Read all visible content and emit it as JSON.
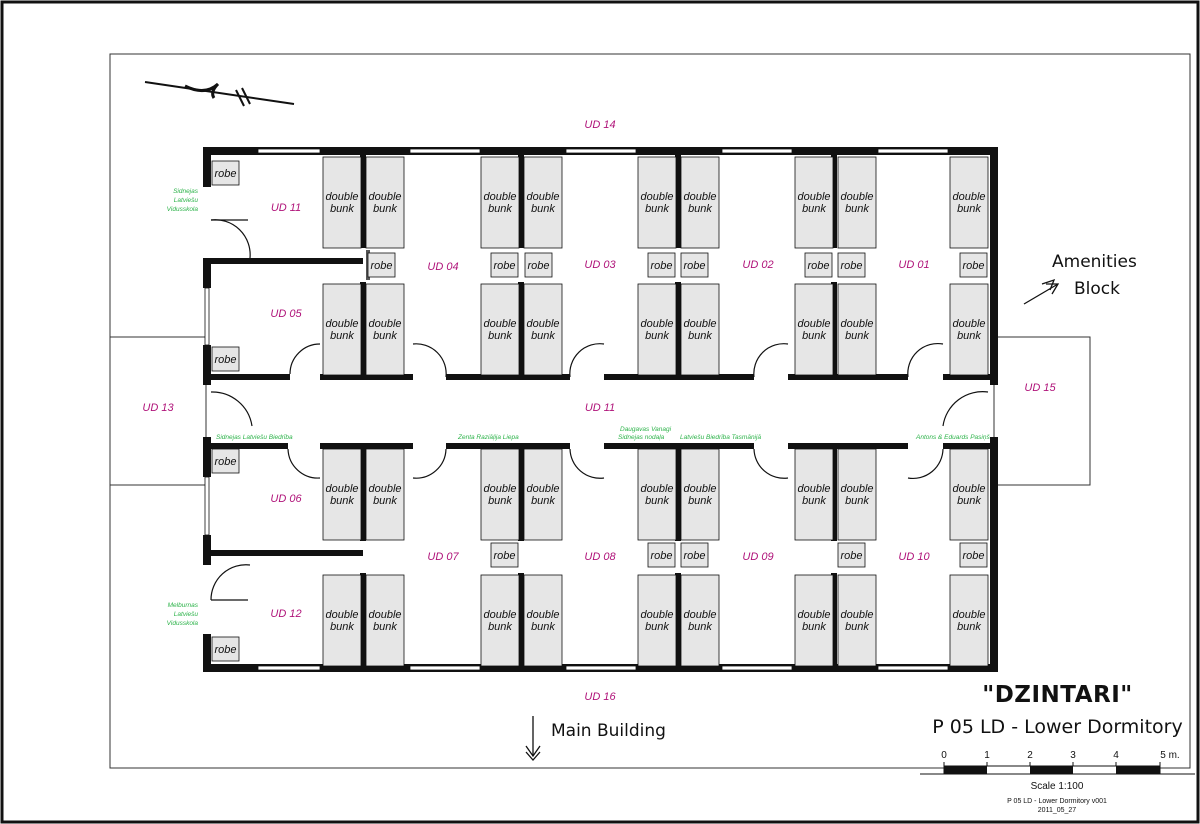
{
  "units": {
    "ud01": "UD 01",
    "ud02": "UD 02",
    "ud03": "UD 03",
    "ud04": "UD 04",
    "ud05": "UD 05",
    "ud06": "UD 06",
    "ud07": "UD 07",
    "ud08": "UD 08",
    "ud09": "UD 09",
    "ud10": "UD 10",
    "ud11_room": "UD 11",
    "ud11_corridor": "UD 11",
    "ud12": "UD 12",
    "ud13": "UD 13",
    "ud14": "UD 14",
    "ud15": "UD 15",
    "ud16": "UD 16"
  },
  "furniture": {
    "bunk_line1": "double",
    "bunk_line2": "bunk",
    "robe": "robe"
  },
  "sponsors": {
    "s1_l1": "Sidnejas",
    "s1_l2": "Latviešu",
    "s1_l3": "Vidusskola",
    "s2": "Sidnejas Latviešu Biedrība",
    "s3": "Zenta Raziāļija Liepa",
    "s4_l1": "Daugavas Vanagi",
    "s4_l2": "Sidnejas nodaļa",
    "s5": "Latviešu Biedrība Tasmānijā",
    "s6": "Antons & Eduards Pasiņš",
    "s7_l1": "Melburnas",
    "s7_l2": "Latviešu",
    "s7_l3": "Vidusskola"
  },
  "directions": {
    "amenities_l1": "Amenities",
    "amenities_l2": "Block",
    "main_building": "Main Building"
  },
  "titleblock": {
    "name": "\"DZINTARI\"",
    "subtitle": "P 05 LD - Lower Dormitory",
    "scale_ticks": [
      "0",
      "1",
      "2",
      "3",
      "4",
      "5 m."
    ],
    "scale_label": "Scale 1:100",
    "file_ref": "P 05 LD - Lower Dormitory v001",
    "date": "2011_05_27"
  },
  "colors": {
    "unit_label": "#b0147a",
    "sponsor": "#2db34a",
    "wall": "#111111",
    "furniture_fill": "#e6e6e6"
  }
}
